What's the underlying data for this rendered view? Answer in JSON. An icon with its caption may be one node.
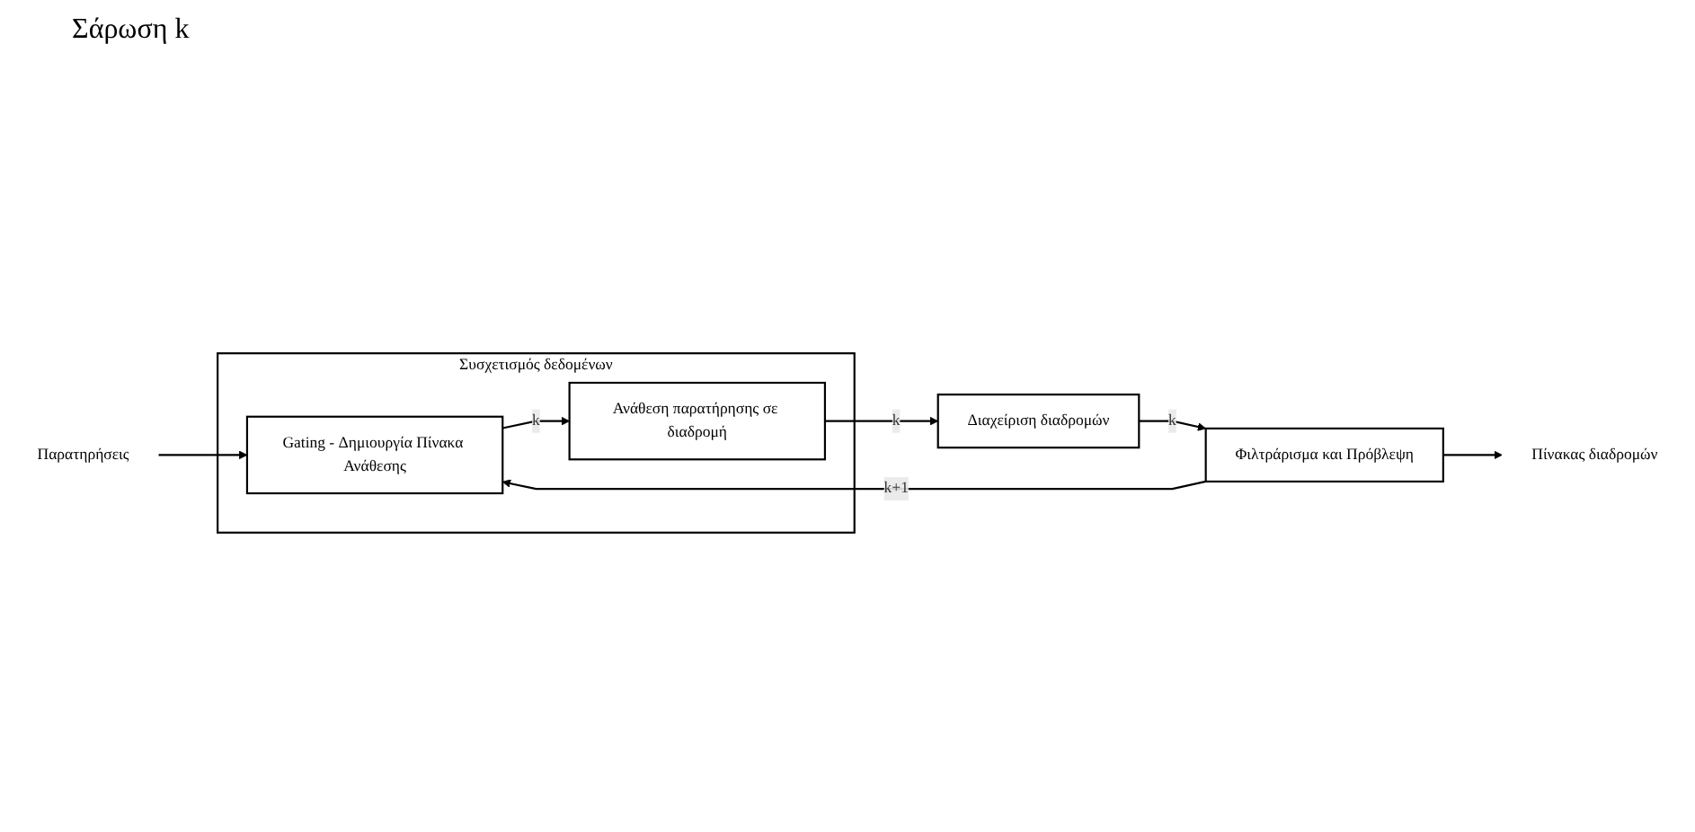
{
  "diagram": {
    "nodes": [
      {
        "text": [
          "Συσχετισμός δεδομένων"
        ]
      },
      {
        "text": [
          "Gating - Δημιουργία Πίνακα Ανάθεσης"
        ],
        "in": 0
      },
      {
        "text": [
          "Ανάθεση παρατήρησης σε διαδρομή"
        ],
        "in": 0
      },
      {
        "text": [
          "Διαχείριση διαδρομών"
        ]
      },
      {
        "text": [
          "Φιλτράρισμα και Πρόβλεψη"
        ]
      },
      {
        "text": [
          "Παρατηρήσεις"
        ]
      },
      {
        "text": [
          "Πίνακας διαδρομών"
        ]
      }
    ],
    "edges": [
      {
        "from": 5,
        "to": 1,
        "arrow": "to"
      },
      {
        "from": 1,
        "to": 2,
        "label": "k",
        "arrow": "to"
      },
      {
        "from": 2,
        "to": 3,
        "label": "k",
        "arrow": "to"
      },
      {
        "from": 3,
        "to": 4,
        "label": "k",
        "arrow": "to"
      },
      {
        "from": 4,
        "to": 6,
        "arrow": "to"
      },
      {
        "from": 4,
        "to": 1,
        "label": "k+1",
        "arrow": "to"
      }
    ],
    "labels": [
      "Σάρωση k"
    ]
  }
}
